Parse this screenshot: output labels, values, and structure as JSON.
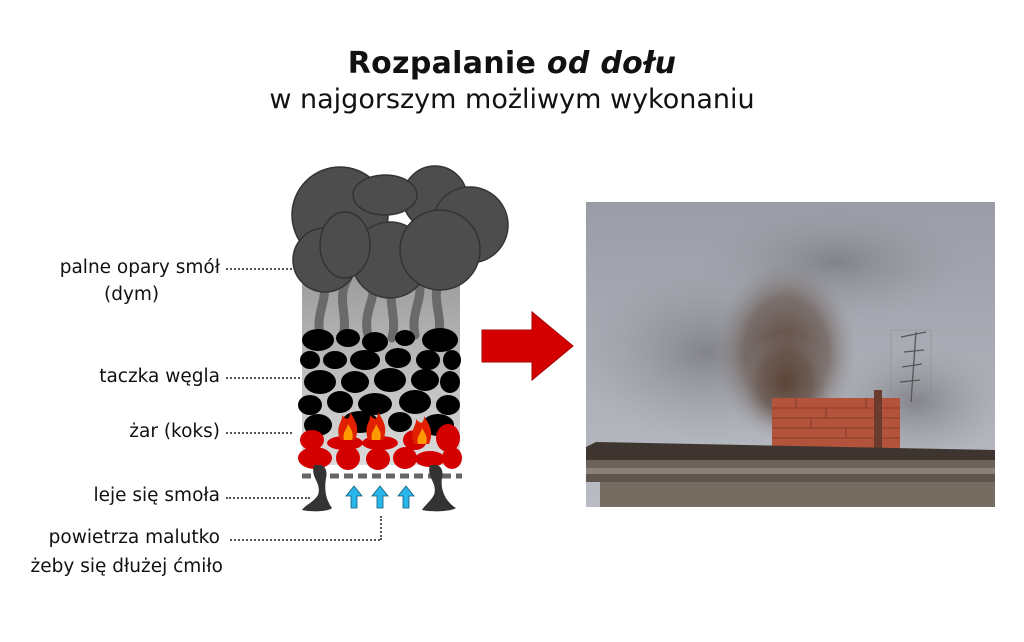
{
  "title": {
    "main_regular": "Rozpalanie ",
    "main_italic": "od dołu",
    "subtitle": "w najgorszym możliwym wykonaniu"
  },
  "diagram": {
    "labels": [
      {
        "id": "smoke",
        "line1": "palne opary smół",
        "line2": "(dym)"
      },
      {
        "id": "coal",
        "line1": "taczka węgla"
      },
      {
        "id": "embers",
        "line1": "żar (koks)"
      },
      {
        "id": "tar",
        "line1": "leje się smoła"
      },
      {
        "id": "air",
        "line1": "powietrza malutko",
        "line2": "żeby się dłużej ćmiło"
      }
    ],
    "icons": {
      "smoke": "smoke-cloud-icon",
      "coal": "coal-lumps-icon",
      "embers": "red-embers-icon",
      "flames": "flame-icon",
      "grate": "grate-dashed-line",
      "air": "air-up-arrow-icon",
      "tar": "tar-drip-icon"
    },
    "colors": {
      "smoke": "#4a4a4a",
      "coal": "#000000",
      "embers": "#d40000",
      "flame_outer": "#e02000",
      "flame_inner": "#ff9a00",
      "air_arrow": "#29b6e8",
      "grate": "#666666"
    }
  },
  "arrow": {
    "direction": "right",
    "color": "#d40000"
  },
  "photo": {
    "subject": "chimney emitting dark brown smoke",
    "elements": [
      "brick chimney",
      "TV antenna",
      "roof edge",
      "grey sky",
      "brown smoke plume"
    ]
  }
}
